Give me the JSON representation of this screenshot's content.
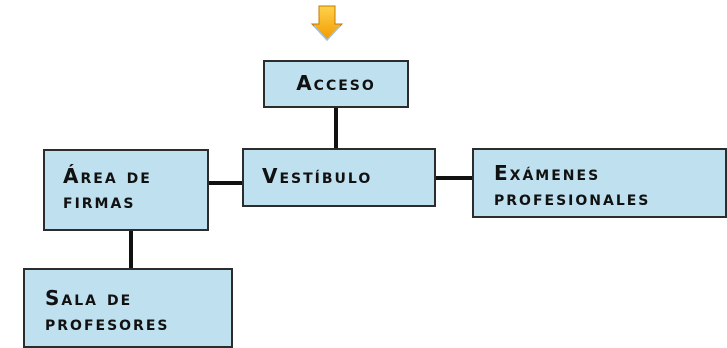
{
  "arrow": {
    "icon": "down-arrow-icon",
    "color": "#f5a800"
  },
  "nodes": {
    "acceso": {
      "line1": "Acceso"
    },
    "vestibulo": {
      "line1": "Vestíbulo"
    },
    "area_firmas": {
      "line1": "Área de",
      "line2": "firmas"
    },
    "examenes": {
      "line1": "Exámenes",
      "line2": "profesionales"
    },
    "sala_profesores": {
      "line1": "Sala de",
      "line2": "profesores"
    }
  },
  "colors": {
    "box_fill": "#bfe0ee",
    "border": "#2c2c2c",
    "connector": "#111111"
  }
}
